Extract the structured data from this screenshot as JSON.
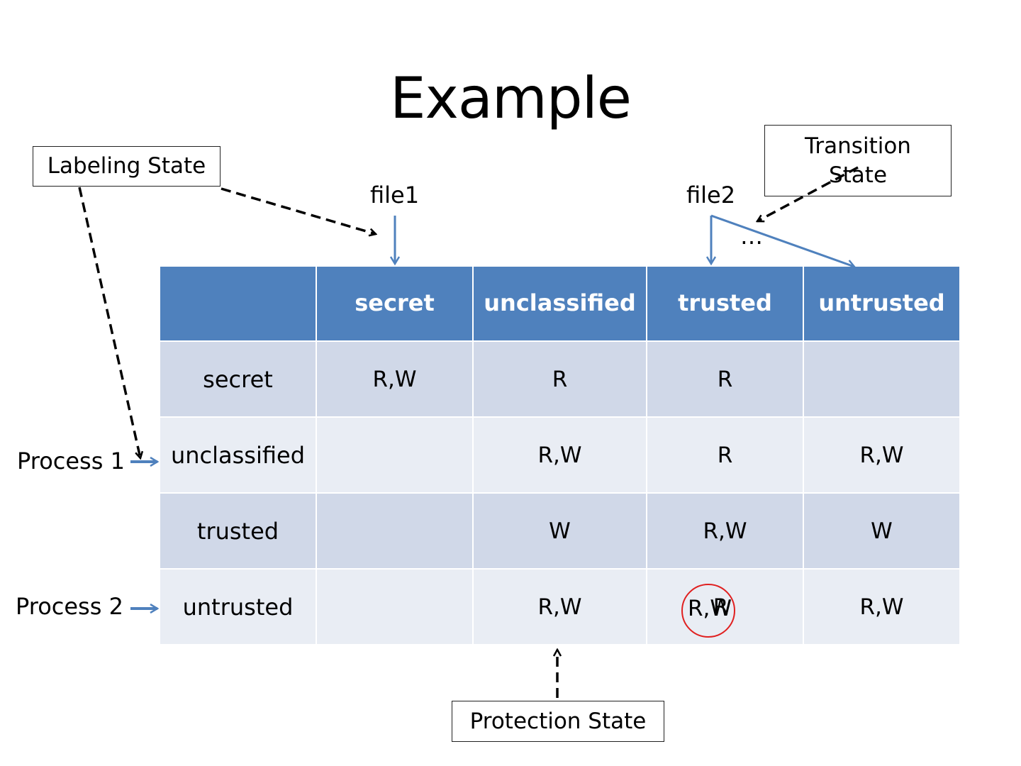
{
  "title": "Example",
  "boxes": {
    "labeling_state": "Labeling State",
    "transition_state": "Transition State",
    "protection_state": "Protection State"
  },
  "labels": {
    "file1": "file1",
    "file2": "file2",
    "ellipsis": "…",
    "process1": "Process 1",
    "process2": "Process 2"
  },
  "matrix": {
    "columns": [
      "",
      "secret",
      "unclassified",
      "trusted",
      "untrusted"
    ],
    "rows": [
      {
        "label": "secret",
        "cells": [
          "R,W",
          "R",
          "R",
          ""
        ]
      },
      {
        "label": "unclassified",
        "cells": [
          "",
          "R,W",
          "R",
          "R,W"
        ]
      },
      {
        "label": "trusted",
        "cells": [
          "",
          "W",
          "R,W",
          "W"
        ]
      },
      {
        "label": "untrusted",
        "cells": [
          "",
          "R,W",
          "R",
          "R,W"
        ]
      }
    ],
    "overlay_cell": "R,W"
  },
  "colors": {
    "header": "#4f81bd",
    "row_odd": "#d0d8e8",
    "row_even": "#e9edf4",
    "arrow_blue": "#4f81bd",
    "circle_red": "#e02020"
  }
}
